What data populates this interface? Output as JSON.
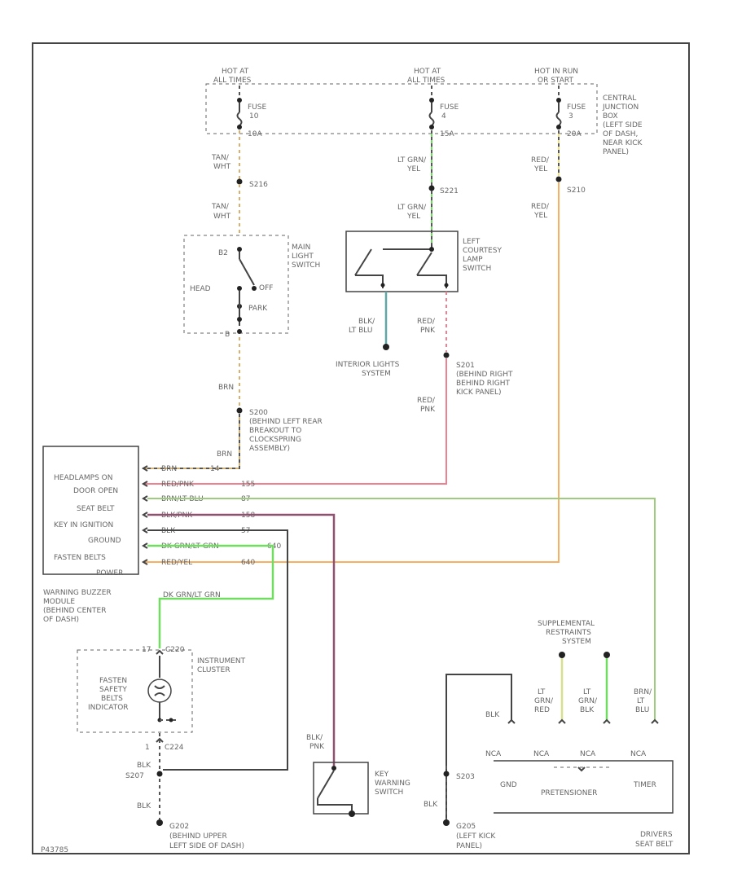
{
  "colors": {
    "tan_wht": "#d8b070",
    "red_pnk": "#f08090",
    "brn_lt_blu": "#9ccc7c",
    "blu_pnk": "#905070",
    "dk_grn_lt_grn": "#70dc60",
    "red_yel": "#f8b060",
    "lt_grn_yel": "#70dc60",
    "blk_lt_blu": "#60a8a8"
  },
  "fuses": {
    "f1": {
      "hot": [
        "HOT AT",
        "ALL TIMES"
      ],
      "fuse": [
        "FUSE",
        "10",
        "10A"
      ]
    },
    "f2": {
      "hot": [
        "HOT AT",
        "ALL TIMES"
      ],
      "fuse": [
        "FUSE",
        "4",
        "15A"
      ]
    },
    "f3": {
      "hot": [
        "HOT IN RUN",
        "OR START"
      ],
      "fuse": [
        "FUSE",
        "3",
        "20A"
      ]
    }
  },
  "central_junction_box": [
    "CENTRAL",
    "JUNCTION",
    "BOX",
    "(LEFT SIDE",
    "OF DASH,",
    "NEAR KICK",
    "PANEL)"
  ],
  "wires": {
    "tan_wht": [
      "TAN/",
      "WHT"
    ],
    "lt_grn_yel": [
      "LT GRN/",
      "YEL"
    ],
    "red_yel": [
      "RED/",
      "YEL"
    ],
    "brn": "BRN",
    "red_pnk": [
      "RED/",
      "PNK"
    ],
    "blk_lt_blu": [
      "BLK/",
      "LT BLU"
    ],
    "blk": "BLK",
    "blk_pnk": [
      "BLK/",
      "PNK"
    ],
    "lt_grn_red": [
      "LT",
      "GRN/",
      "RED"
    ],
    "lt_grn_blk": [
      "LT",
      "GRN/",
      "BLK"
    ],
    "brn_lt_blu": [
      "BRN/",
      "LT",
      "BLU"
    ]
  },
  "splices": {
    "s216": "S216",
    "s221": "S221",
    "s210": "S210",
    "s200": "S200",
    "s200_desc": [
      "(BEHIND LEFT REAR",
      "BREAKOUT TO",
      "CLOCKSPRING",
      "ASSEMBLY)"
    ],
    "s201": "S201",
    "s201_desc": [
      "(BEHIND RIGHT",
      "BEHIND RIGHT",
      "KICK PANEL)"
    ],
    "s207": "S207",
    "s203": "S203"
  },
  "main_light_switch": {
    "label": [
      "MAIN",
      "LIGHT",
      "SWITCH"
    ],
    "b2": "B2",
    "head": "HEAD",
    "off": "OFF",
    "park": "PARK",
    "b": "B"
  },
  "courtesy_switch": [
    "LEFT",
    "COURTESY",
    "LAMP",
    "SWITCH"
  ],
  "interior_lights": [
    "INTERIOR LIGHTS",
    "SYSTEM"
  ],
  "buzzer_module": {
    "pins": [
      "HEADLAMPS ON",
      "DOOR OPEN",
      "SEAT BELT",
      "KEY IN IGNITION",
      "GROUND",
      "FASTEN BELTS",
      "POWER"
    ],
    "wire_labels": [
      "BRN",
      "RED/PNK",
      "BRN/LT BLU",
      "BLK/PNK",
      "BLK",
      "DK GRN/LT GRN",
      "RED/YEL"
    ],
    "circuits": [
      "14",
      "155",
      "87",
      "158",
      "57",
      "640",
      "640"
    ],
    "name": [
      "WARNING BUZZER",
      "MODULE",
      "(BEHIND CENTER",
      "OF DASH)"
    ]
  },
  "cluster": {
    "wire": "DK GRN/LT GRN",
    "conn_top": "17",
    "conn_code": "C220",
    "indicator": [
      "FASTEN",
      "SAFETY",
      "BELTS",
      "INDICATOR"
    ],
    "label": [
      "INSTRUMENT",
      "CLUSTER"
    ],
    "conn_bottom": "1",
    "conn_bottom_code": "C224"
  },
  "grounds": {
    "g202": "G202",
    "g202_desc": [
      "(BEHIND UPPER",
      "LEFT SIDE OF DASH)"
    ],
    "g205": "G205",
    "g205_desc": [
      "(LEFT KICK",
      "PANEL)"
    ]
  },
  "key_warning": [
    "KEY",
    "WARNING",
    "SWITCH"
  ],
  "srs": {
    "label": [
      "SUPPLEMENTAL",
      "RESTRAINTS",
      "SYSTEM"
    ],
    "nca": "NCA",
    "gnd": "GND",
    "name": "PRETENSIONER",
    "timer": "TIMER",
    "belt": [
      "DRIVERS",
      "SEAT BELT"
    ]
  },
  "footer_code": "P43785"
}
